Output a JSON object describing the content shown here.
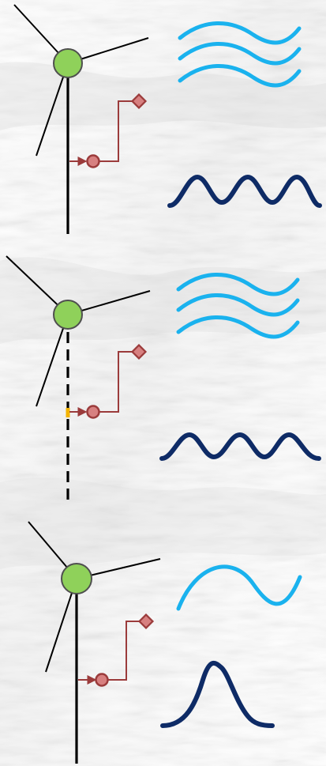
{
  "colors": {
    "background_wash": "#d3d3d3",
    "hub_fill": "#8fd15a",
    "hub_stroke": "#4f4f4f",
    "tower": "#000000",
    "blade": "#000000",
    "sensor_line": "#9b3b3b",
    "sensor_fill": "#d78080",
    "fault_mark": "#f4b400",
    "wave_light": "#1ab2ee",
    "wave_dark": "#0e2b66"
  },
  "turbines": [
    {
      "tower_style": "solid",
      "fault_marker": false,
      "icons": [
        "wind-waves-icon",
        "periodic-pulse-icon"
      ]
    },
    {
      "tower_style": "dashed",
      "fault_marker": true,
      "icons": [
        "wind-waves-icon",
        "periodic-pulse-icon"
      ]
    },
    {
      "tower_style": "solid",
      "fault_marker": false,
      "icons": [
        "single-wave-icon",
        "single-pulse-icon"
      ]
    }
  ]
}
